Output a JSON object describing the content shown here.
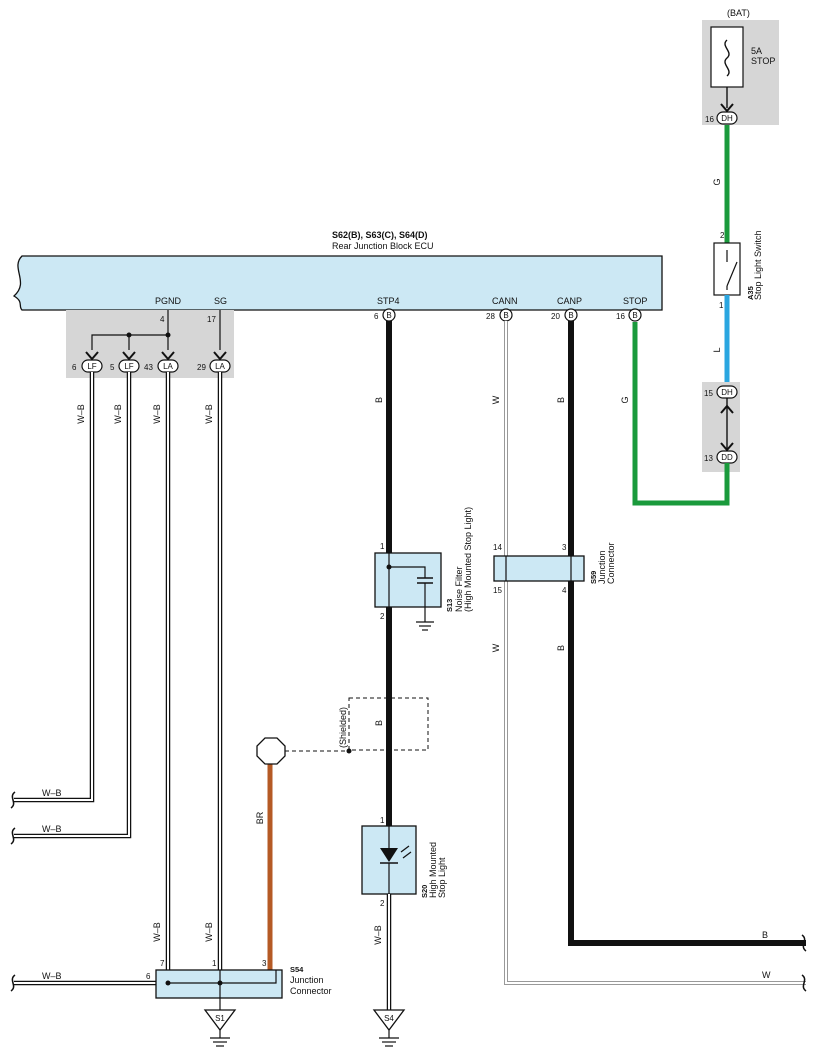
{
  "colors": {
    "panel": "#d6d6d6",
    "module": "#cce8f4",
    "green": "#1a9a3c",
    "blue": "#2aa6e0",
    "brown": "#b55a25",
    "black": "#111111"
  },
  "fuse": {
    "source": "(BAT)",
    "rating": "5A",
    "name": "STOP",
    "pin": "16",
    "connector": "DH"
  },
  "ecu": {
    "connectors": "S62(B), S63(C), S64(D)",
    "name": "Rear Junction Block ECU",
    "terminals": {
      "pgnd": {
        "label": "PGND",
        "pin": "4"
      },
      "sg": {
        "label": "SG",
        "pin": "17"
      },
      "stp4": {
        "label": "STP4",
        "pin": "6",
        "conn": "B"
      },
      "cann": {
        "label": "CANN",
        "pin": "28",
        "conn": "B"
      },
      "canp": {
        "label": "CANP",
        "pin": "20",
        "conn": "B"
      },
      "stop": {
        "label": "STOP",
        "pin": "16",
        "conn": "B"
      }
    }
  },
  "ground_connectors": [
    {
      "pin": "6",
      "conn": "LF"
    },
    {
      "pin": "5",
      "conn": "LF"
    },
    {
      "pin": "43",
      "conn": "LA"
    },
    {
      "pin": "29",
      "conn": "LA"
    }
  ],
  "stop_light_switch": {
    "code": "A35",
    "name": "Stop Light Switch",
    "pin_top": "2",
    "pin_bottom": "1"
  },
  "junction_dh_dd": {
    "pin_dh": "15",
    "conn_dh": "DH",
    "pin_dd": "13",
    "conn_dd": "DD"
  },
  "noise_filter": {
    "code": "S13",
    "name_line1": "Noise Filter",
    "name_line2": "(High Mounted Stop Light)",
    "pin_top": "1",
    "pin_bottom": "2"
  },
  "junction_s59": {
    "code": "S59",
    "name_line1": "Junction",
    "name_line2": "Connector",
    "pin_tl": "14",
    "pin_bl": "15",
    "pin_tr": "3",
    "pin_br": "4"
  },
  "stop_light": {
    "code": "S20",
    "name_line1": "High Mounted",
    "name_line2": "Stop Light",
    "pin_top": "1",
    "pin_bottom": "2"
  },
  "junction_s54": {
    "code": "S54",
    "name_line1": "Junction",
    "name_line2": "Connector",
    "pin_7": "7",
    "pin_1": "1",
    "pin_3": "3",
    "pin_6": "6"
  },
  "shield_label": "(Shielded)",
  "grounds": {
    "s1": "S1",
    "s4": "S4"
  },
  "wire_colors": {
    "wb": "W–B",
    "g": "G",
    "l": "L",
    "b": "B",
    "w": "W",
    "br": "BR"
  }
}
